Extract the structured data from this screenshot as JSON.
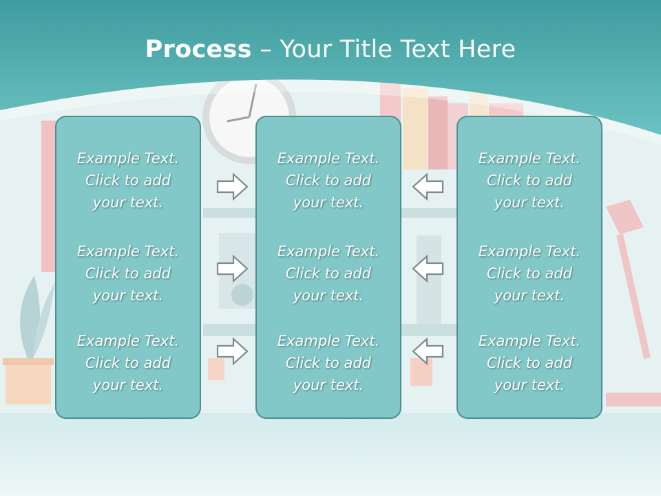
{
  "title": {
    "bold": "Process",
    "rest": " – Your Title Text Here"
  },
  "columns": [
    {
      "blocks": [
        {
          "line1": "Example Text.",
          "line2": "Click  to add",
          "line3": "your text."
        },
        {
          "line1": "Example Text.",
          "line2": "Click  to add",
          "line3": "your text."
        },
        {
          "line1": "Example Text.",
          "line2": "Click  to add",
          "line3": "your text."
        }
      ]
    },
    {
      "blocks": [
        {
          "line1": "Example Text.",
          "line2": "Click  to add",
          "line3": "your text."
        },
        {
          "line1": "Example Text.",
          "line2": "Click  to add",
          "line3": "your text."
        },
        {
          "line1": "Example Text.",
          "line2": "Click  to add",
          "line3": "your text."
        }
      ]
    },
    {
      "blocks": [
        {
          "line1": "Example Text.",
          "line2": "Click  to add",
          "line3": "your text."
        },
        {
          "line1": "Example Text.",
          "line2": "Click  to add",
          "line3": "your text."
        },
        {
          "line1": "Example Text.",
          "line2": "Click  to add",
          "line3": "your text."
        }
      ]
    }
  ],
  "arrows": {
    "left_column": [
      "arrow-right-icon",
      "arrow-right-icon",
      "arrow-right-icon"
    ],
    "right_column": [
      "arrow-left-icon",
      "arrow-left-icon",
      "arrow-left-icon"
    ]
  },
  "colors": {
    "header": "#5fb4b6",
    "panel_fill": "#82c8c8",
    "panel_border": "#4e8f92",
    "text": "#ffffff"
  }
}
